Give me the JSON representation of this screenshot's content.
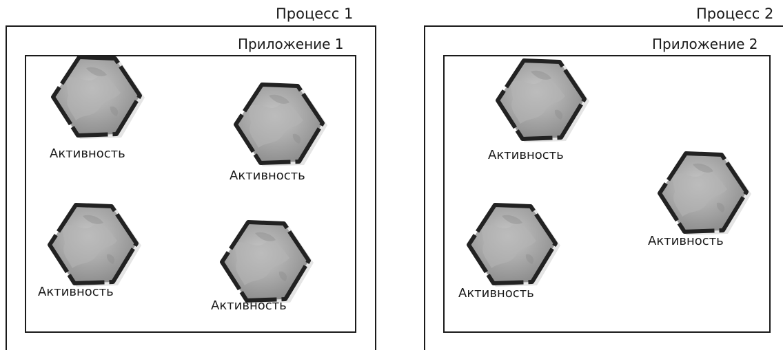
{
  "processes": [
    {
      "label": "Процесс 1",
      "app": {
        "label": "Приложение 1",
        "activities": [
          "Активность",
          "Активность",
          "Активность",
          "Активность"
        ]
      }
    },
    {
      "label": "Процесс 2",
      "app": {
        "label": "Приложение 2",
        "activities": [
          "Активность",
          "Активность",
          "Активность"
        ]
      }
    }
  ],
  "colors": {
    "line": "#1a1a1a",
    "hex_fill": "#9b9b9b",
    "hex_edge": "#222222"
  }
}
